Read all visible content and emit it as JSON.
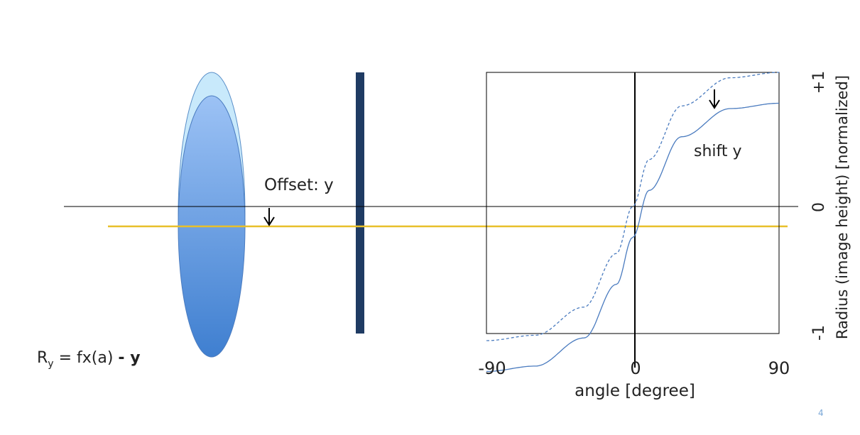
{
  "labels": {
    "offset": "Offset: y",
    "shift": "shift y",
    "formula_r": "R",
    "formula_sub": "y",
    "formula_mid": " = fx(a) ",
    "formula_minus": "- ",
    "formula_y": "y",
    "slide_number": "4"
  },
  "chart_data": {
    "type": "line",
    "xlabel": "angle [degree]",
    "ylabel": "Radius (image height) [normalized]",
    "xticks": [
      "-90",
      "0",
      "90"
    ],
    "yticks": [
      "+1",
      "0",
      "-1"
    ],
    "xlim": [
      -90,
      90
    ],
    "ylim": [
      -1,
      1
    ],
    "series": [
      {
        "style": "dashed",
        "x": [
          -90,
          -60,
          -30,
          -10,
          0,
          10,
          30,
          60,
          90
        ],
        "y": [
          -1.0,
          -0.96,
          -0.75,
          -0.35,
          0.0,
          0.35,
          0.75,
          0.96,
          1.0
        ]
      },
      {
        "style": "solid",
        "x": [
          -90,
          -60,
          -30,
          -10,
          0,
          10,
          30,
          60,
          90
        ],
        "y": [
          -1.23,
          -1.19,
          -0.98,
          -0.58,
          -0.23,
          0.12,
          0.52,
          0.73,
          0.77
        ]
      }
    ]
  },
  "colors": {
    "lens_outer": "#c8e9fb",
    "lens_inner_top": "#9cc2f5",
    "lens_inner_bottom": "#3f7fd0",
    "sensor_bar": "#1f3b63",
    "offset_line": "#e8c02a",
    "curve": "#4a7bbf",
    "axis": "#000000"
  }
}
